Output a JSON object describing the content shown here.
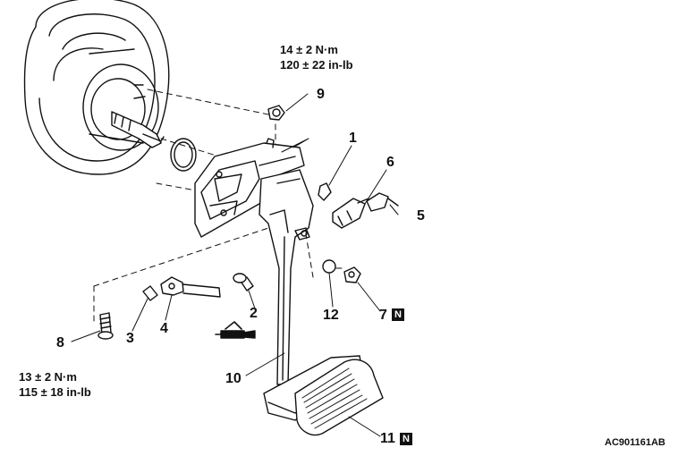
{
  "callouts": {
    "c1": "1",
    "c2": "2",
    "c3": "3",
    "c4": "4",
    "c5": "5",
    "c6": "6",
    "c7": "7",
    "c8": "8",
    "c9": "9",
    "c10": "10",
    "c11": "11",
    "c12": "12"
  },
  "new_part_marks": {
    "part7": "N",
    "part11": "N"
  },
  "torque_specs": {
    "top": {
      "metric": "14 ± 2 N·m",
      "imperial": "120 ± 22 in-lb"
    },
    "bottom": {
      "metric": "13 ± 2 N·m",
      "imperial": "115 ± 18 in-lb"
    }
  },
  "figure_code": "AC901161AB"
}
